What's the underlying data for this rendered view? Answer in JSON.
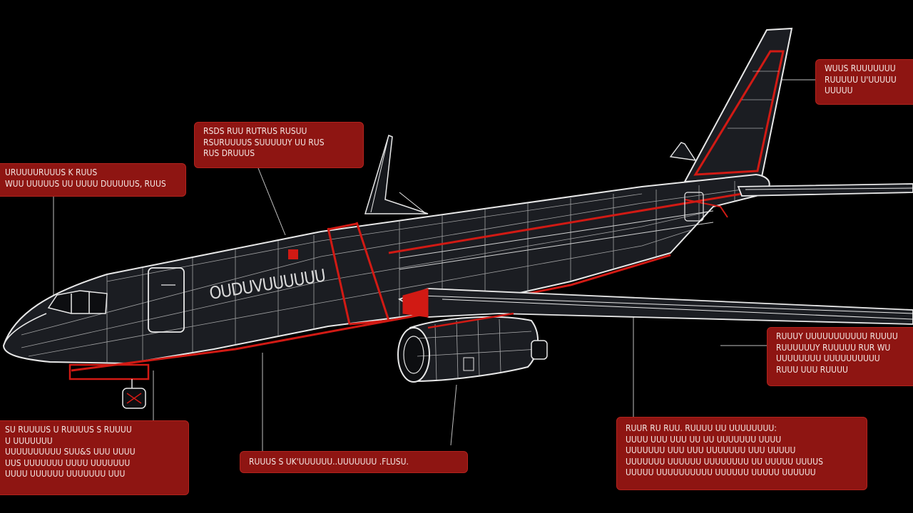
{
  "colors": {
    "background": "#000000",
    "wireframe": "#e8e8e8",
    "accent_red": "#d11a14",
    "callout_fill": "#8e1512",
    "fuselage_fill": "#1b1d22"
  },
  "aircraft": {
    "fuselage_lettering": "OUDUVUUUUUU"
  },
  "callouts": [
    {
      "id": "top-left",
      "lines": [
        "RSDS RUU RUTRUS RUSUU",
        "RSURUUUUS SUUUUUY UU RUS",
        "RUS DRUUUS"
      ]
    },
    {
      "id": "left",
      "lines": [
        "URUUUURUUUS K RUUS",
        "WUU UUUUUS UU UUUU DUUUUUS, RUUS"
      ]
    },
    {
      "id": "top-right",
      "lines": [
        "WUUS RUUUUUUU",
        "RUUUUU U'UUUUU",
        "UUUUU"
      ]
    },
    {
      "id": "right",
      "lines": [
        "RUUUY UUUUUUUUUUU RUUUU",
        "RUUUUUUY RUUUUU RUR WU",
        "UUUUUUUU UUUUUUUUUU",
        "RUUU UUU RUUUU"
      ]
    },
    {
      "id": "bottom-left",
      "lines": [
        "SU RUUUUS U RUUUUS S RUUUU",
        "U UUUUUUU",
        "UUUUUUUUUU SUU&S UUU UUUU",
        "UUS UUUUUUU UUUU UUUUUUU",
        "UUUU UUUUUU UUUUUUU UUU"
      ]
    },
    {
      "id": "bottom-center",
      "lines": [
        "RUUUS S UK'UUUUUU..UUUUUUU .FLUSU."
      ]
    },
    {
      "id": "bottom-right",
      "lines": [
        "RUUR RU RUU. RUUUU UU UUUUUUUU:",
        "UUUU UUU UUU UU UU UUUUUUU UUUU",
        "UUUUUUU UUU UUU UUUUUUU UUU UUUUU",
        "UUUUUUU UUUUUU UUUUUUUU UU UUUUU UUUUS",
        "UUUUU UUUUUUUUUU UUUUUU UUUUU UUUUUU"
      ]
    }
  ]
}
